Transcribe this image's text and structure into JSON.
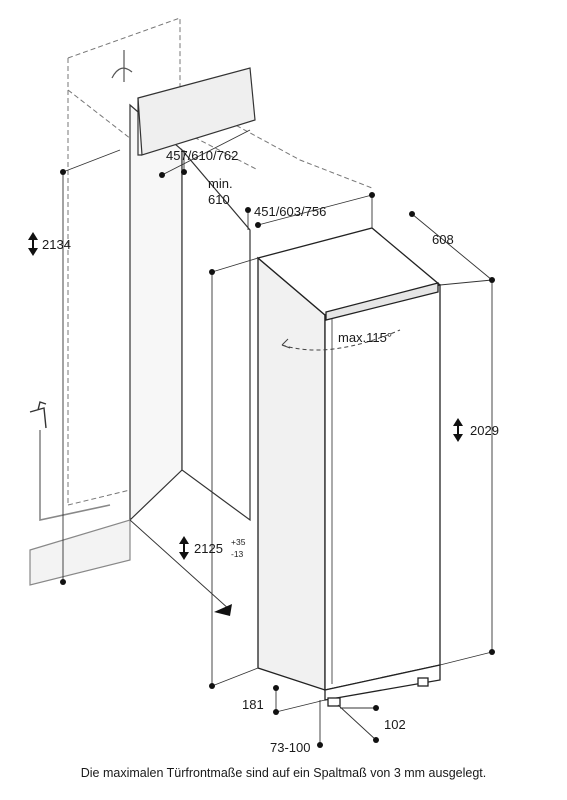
{
  "dimensions": {
    "niche_height": "2134",
    "niche_depth_options": "457/610/762",
    "min_depth_label": "min.",
    "min_depth_value": "610",
    "cabinet_width_options": "451/603/756",
    "appliance_depth": "608",
    "door_angle": "max.115°",
    "appliance_height": "2029",
    "niche_height_main": "2125",
    "niche_height_tol_plus": "+35",
    "niche_height_tol_minus": "-13",
    "plinth_depth": "181",
    "foot_offset": "102",
    "plinth_height_range": "73-100"
  },
  "caption": "Die maximalen Türfrontmaße sind auf ein Spaltmaß von 3 mm ausgelegt."
}
